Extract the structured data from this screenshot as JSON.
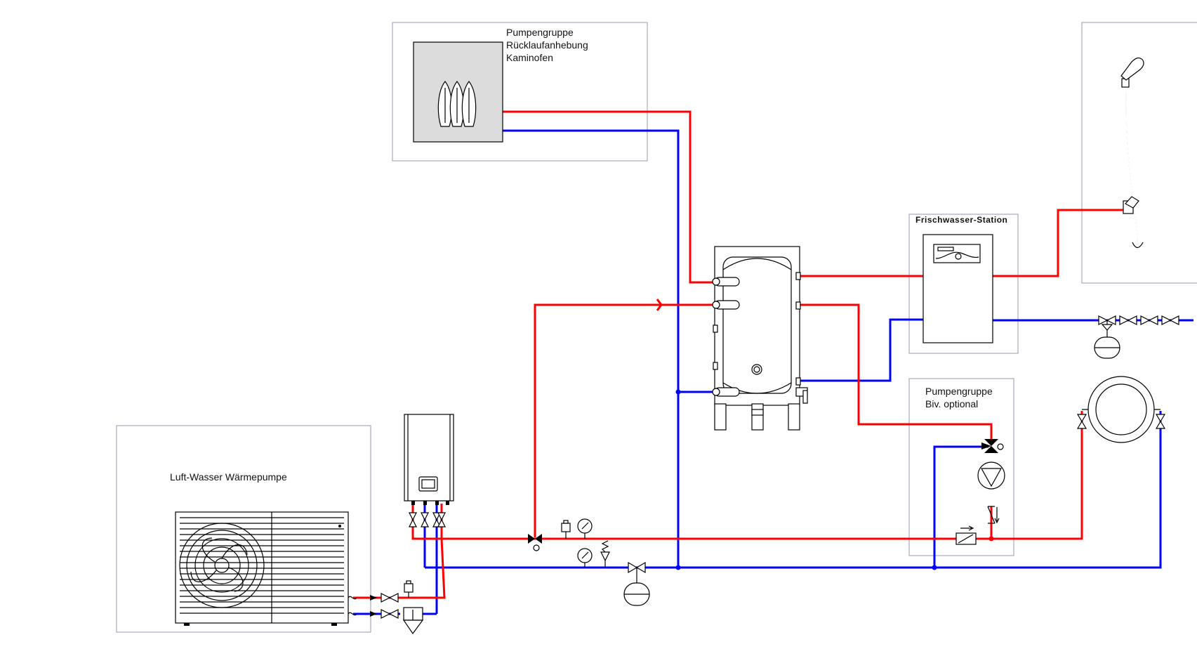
{
  "labels": {
    "pump_group_return": [
      "Pumpengruppe",
      "Rücklaufanhebung",
      "Kaminofen"
    ],
    "fresh_water_station": "Frischwasser-Station",
    "pump_group_biv": [
      "Pumpengruppe",
      "Biv. optional"
    ],
    "heat_pump": "Luft-Wasser Wärmepumpe"
  },
  "colors": {
    "supply_line": "#ff0000",
    "return_line": "#0000ff",
    "group_border": "#a8a8c0",
    "stove_fill": "#dcdcdc"
  },
  "icons": [
    "flame-icon",
    "fan-icon",
    "shower-head-icon",
    "circulation-pump-icon",
    "expansion-vessel-icon",
    "valve-icon",
    "check-valve-icon",
    "gauge-icon",
    "air-vent-icon",
    "three-way-valve-icon",
    "safety-valve-icon",
    "dirt-separator-icon"
  ]
}
